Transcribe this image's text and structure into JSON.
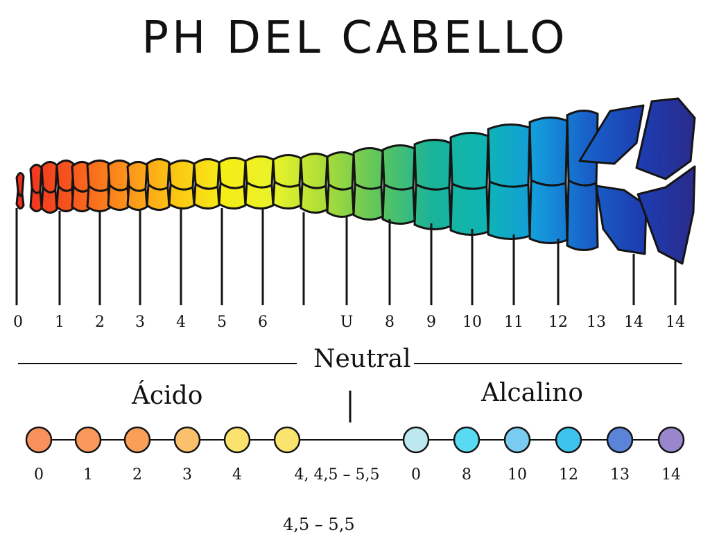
{
  "title": "PH DEL CABELLO",
  "scale_labels": [
    "0",
    "1",
    "2",
    "3",
    "4",
    "5",
    "6",
    "U",
    "8",
    "9",
    "10",
    "11",
    "12",
    "13",
    "14",
    "14"
  ],
  "neutral_label": "Neutral",
  "acid_label": "Ácido",
  "alkaline_label": "Alcalino",
  "dots": [
    {
      "label": "0",
      "color": "#F9915D"
    },
    {
      "label": "1",
      "color": "#F9985A"
    },
    {
      "label": "2",
      "color": "#F99F58"
    },
    {
      "label": "3",
      "color": "#FBC06B"
    },
    {
      "label": "4",
      "color": "#FBE26E"
    },
    {
      "label": "4, 4,5 – 5,5",
      "color": "#FBE46E"
    },
    {
      "label": "0",
      "color": "#BDE8F0"
    },
    {
      "label": "8",
      "color": "#57DAF2"
    },
    {
      "label": "10",
      "color": "#79CCEF"
    },
    {
      "label": "12",
      "color": "#3DC3EC"
    },
    {
      "label": "13",
      "color": "#5B84D8"
    },
    {
      "label": "14",
      "color": "#9A86CC"
    }
  ],
  "footer_range": "4,5 – 5,5",
  "colors": {
    "scale_gradient": [
      "#EE2B1D",
      "#F6521E",
      "#FB8A1B",
      "#FDC214",
      "#F6ED16",
      "#E8F32A",
      "#A6DB3A",
      "#5CC55E",
      "#1AB39A",
      "#0FB5B3",
      "#149BDC",
      "#1860C8",
      "#1D3DB0",
      "#2A2B8C"
    ],
    "outline": "#141414"
  }
}
